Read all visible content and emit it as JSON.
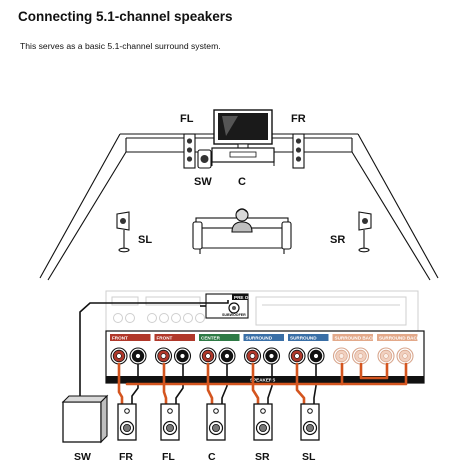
{
  "header": {
    "title": "Connecting 5.1-channel speakers",
    "subtitle": "This serves as a basic 5.1-channel surround system."
  },
  "room": {
    "labels": {
      "fl": "FL",
      "fr": "FR",
      "sw": "SW",
      "c": "C",
      "sl": "SL",
      "sr": "SR"
    }
  },
  "receiver": {
    "speakers_label": "SPEAKERS",
    "subwoofer_label": "SUBWOOFER",
    "pre_out_label": "PRE OUT",
    "groups": [
      {
        "label": "FRONT",
        "color": "#b0382a",
        "active": true
      },
      {
        "label": "FRONT",
        "color": "#b0382a",
        "active": true
      },
      {
        "label": "CENTER",
        "color": "#2e7a45",
        "active": true
      },
      {
        "label": "SURROUND",
        "color": "#3a6fa6",
        "active": true
      },
      {
        "label": "SURROUND",
        "color": "#3a6fa6",
        "active": true
      },
      {
        "label": "SURROUND BACK",
        "color": "#e3a98a",
        "active": false
      },
      {
        "label": "SURROUND BACK",
        "color": "#e3a98a",
        "active": false
      }
    ]
  },
  "bottom_labels": [
    "SW",
    "FR",
    "FL",
    "C",
    "SR",
    "SL"
  ],
  "colors": {
    "cable": "#d4551f",
    "terminal_red": "#b0382a",
    "ink": "#111111",
    "faded": "#bdbdbd"
  }
}
